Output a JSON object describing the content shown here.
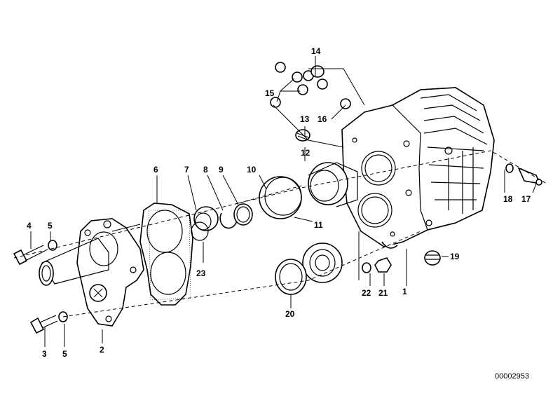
{
  "diagram": {
    "image_code": "00002953",
    "labels": {
      "p1": "1",
      "p2": "2",
      "p3": "3",
      "p4": "4",
      "p5a": "5",
      "p5b": "5",
      "p6": "6",
      "p7": "7",
      "p8": "8",
      "p9": "9",
      "p10": "10",
      "p11": "11",
      "p12": "12",
      "p13": "13",
      "p14": "14",
      "p15": "15",
      "p16": "16",
      "p17": "17",
      "p18": "18",
      "p19": "19",
      "p20": "20",
      "p21": "21",
      "p22": "22",
      "p23": "23"
    }
  }
}
